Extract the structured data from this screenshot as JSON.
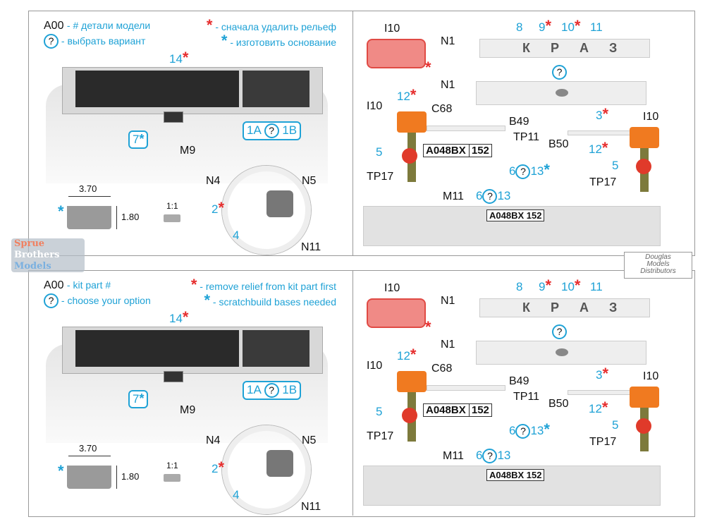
{
  "panels": [
    {
      "legend": {
        "part_code": "A00",
        "part_text": "- # детали модели",
        "option_symbol": "?",
        "option_text": "- выбрать вариант",
        "relief_text": "- сначала удалить рельеф",
        "base_text": "- изготовить основание"
      },
      "labels": {
        "p14": "14",
        "p7": "7",
        "p1a": "1A",
        "q": "?",
        "p1b": "1B",
        "m9": "M9",
        "w": "3.70",
        "h": "1.80",
        "scale": "1:1",
        "n4": "N4",
        "n5": "N5",
        "p2": "2",
        "p4": "4",
        "n11": "N11",
        "i10a": "I10",
        "n1a": "N1",
        "p8": "8",
        "p9": "9",
        "p10": "10",
        "p11": "11",
        "n1b": "N1",
        "p3": "3",
        "i10b": "I10",
        "p12a": "12",
        "c68": "C68",
        "b49": "B49",
        "tp11": "TP11",
        "p5a": "5",
        "p6a": "6",
        "p13a": "13",
        "tp17a": "TP17",
        "i10c": "I10",
        "b50": "B50",
        "p12b": "12",
        "p5b": "5",
        "tp17b": "TP17",
        "m11": "M11",
        "p6b": "6",
        "p13b": "13",
        "plate": "A048BX",
        "region": "152",
        "letters": "К Р А З"
      }
    },
    {
      "legend": {
        "part_code": "A00",
        "part_text": "- kit part #",
        "option_symbol": "?",
        "option_text": "- choose your option",
        "relief_text": "- remove relief from kit part first",
        "base_text": "- scratchbuild bases needed"
      },
      "labels": {
        "p14": "14",
        "p7": "7",
        "p1a": "1A",
        "q": "?",
        "p1b": "1B",
        "m9": "M9",
        "w": "3.70",
        "h": "1.80",
        "scale": "1:1",
        "n4": "N4",
        "n5": "N5",
        "p2": "2",
        "p4": "4",
        "n11": "N11",
        "i10a": "I10",
        "n1a": "N1",
        "p8": "8",
        "p9": "9",
        "p10": "10",
        "p11": "11",
        "n1b": "N1",
        "p3": "3",
        "i10b": "I10",
        "p12a": "12",
        "c68": "C68",
        "b49": "B49",
        "tp11": "TP11",
        "p5a": "5",
        "p6a": "6",
        "p13a": "13",
        "tp17a": "TP17",
        "i10c": "I10",
        "b50": "B50",
        "p12b": "12",
        "p5b": "5",
        "tp17b": "TP17",
        "m11": "M11",
        "p6b": "6",
        "p13b": "13",
        "plate": "A048BX",
        "region": "152",
        "letters": "К Р А З"
      }
    }
  ],
  "watermarks": {
    "left": "Sprue Brothers Models",
    "right": "Douglas Models Distributors"
  },
  "colors": {
    "accent_blue": "#1fa2d6",
    "accent_red": "#e62e2e"
  }
}
